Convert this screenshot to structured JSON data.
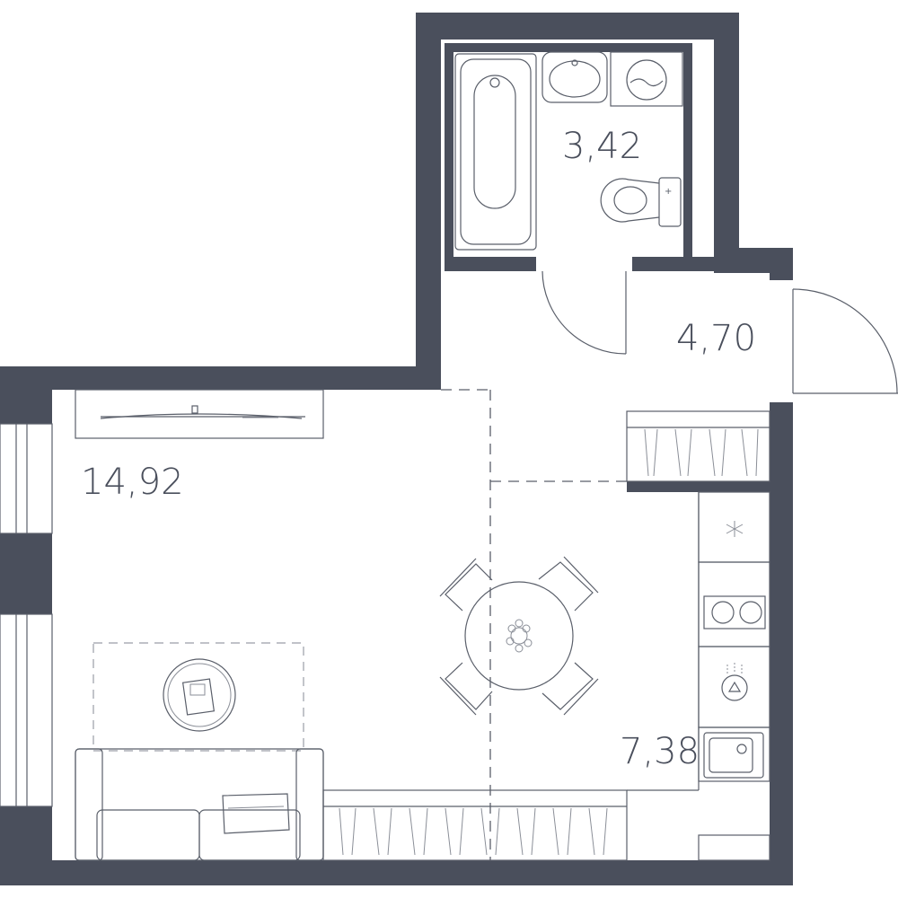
{
  "plan": {
    "rooms": [
      {
        "id": "bathroom",
        "area": "3,42"
      },
      {
        "id": "hallway",
        "area": "4,70"
      },
      {
        "id": "living-room",
        "area": "14,92"
      },
      {
        "id": "kitchen",
        "area": "7,38"
      }
    ],
    "colors": {
      "wall": "#4a4f5c",
      "line": "#5a5f6a",
      "background": "#ffffff"
    },
    "icons": [
      "bathtub-icon",
      "sink-icon",
      "washing-machine-icon",
      "toilet-icon",
      "tv-icon",
      "dining-table-icon",
      "chair-icon",
      "sofa-icon",
      "coffee-table-icon",
      "fridge-icon",
      "stove-icon",
      "kettle-icon",
      "kitchen-sink-icon",
      "wardrobe-icon",
      "door-icon",
      "window-icon"
    ]
  }
}
